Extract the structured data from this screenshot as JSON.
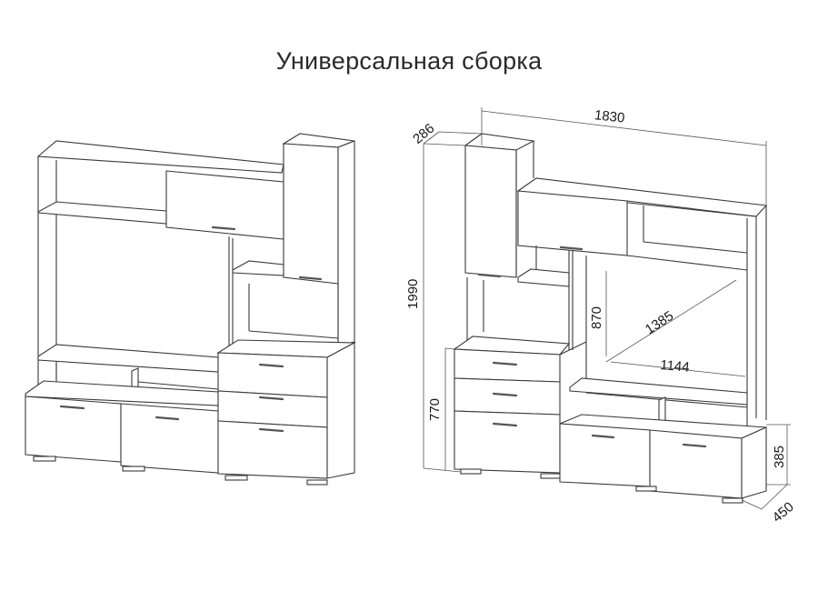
{
  "title": "Универсальная сборка",
  "drawings": {
    "left": {
      "name": "wall-unit-plain-view"
    },
    "right": {
      "name": "wall-unit-dimensioned-view",
      "dimensions": {
        "total_width": "1830",
        "depth_top": "286",
        "total_height": "1990",
        "cabinet_height": "770",
        "tv_niche_height": "870",
        "tv_diagonal": "1385",
        "tv_niche_width": "1144",
        "base_height": "385",
        "base_depth": "450"
      }
    }
  },
  "colors": {
    "line": "#3a3a3a",
    "text": "#1a1a1a",
    "background": "#ffffff"
  }
}
